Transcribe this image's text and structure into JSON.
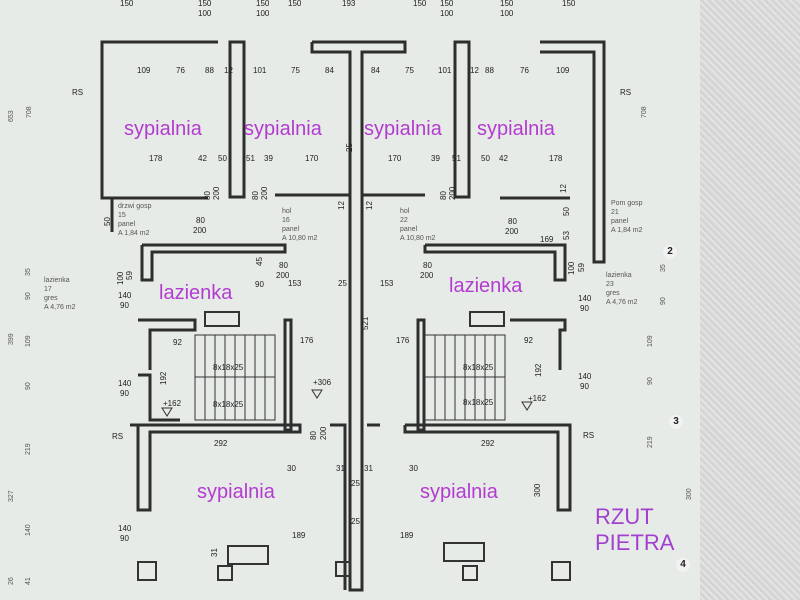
{
  "title": [
    "RZUT",
    "PIETRA"
  ],
  "rooms": {
    "bedrooms_top": [
      "sypialnia",
      "sypialnia",
      "sypialnia",
      "sypialnia"
    ],
    "bathrooms": [
      "lazienka",
      "lazienka"
    ],
    "bedrooms_bottom": [
      "sypialnia",
      "sypialnia"
    ]
  },
  "room_info": [
    "drzwi gosp\n15\npanel\nA 1,84 m2",
    "hol\n16\npanel\nA 10,80 m2",
    "hol\n22\npanel\nA 10,80 m2",
    "Pom gosp\n21\npanel\nA 1,84 m2",
    "lazienka\n17\ngres\nA 4,76 m2",
    "lazienka\n23\ngres\nA 4,76 m2"
  ],
  "rs_labels": [
    "RS",
    "RS",
    "RS",
    "RS"
  ],
  "axis_markers": [
    "2",
    "3",
    "4"
  ],
  "top_dims": [
    "150",
    "150",
    "100",
    "150",
    "100",
    "150",
    "193",
    "150",
    "150",
    "100",
    "150",
    "100",
    "150"
  ],
  "row1_dims": [
    "109",
    "76",
    "88",
    "12",
    "101",
    "75",
    "84",
    "84",
    "75",
    "101",
    "12",
    "88",
    "76",
    "109"
  ],
  "row2_dims": [
    "178",
    "42",
    "50",
    "51",
    "39",
    "170",
    "170",
    "39",
    "51",
    "50",
    "42",
    "178"
  ],
  "door_dims": [
    "80",
    "200",
    "80",
    "200",
    "80",
    "200",
    "80",
    "200",
    "80",
    "200",
    "80",
    "200",
    "80",
    "200",
    "80",
    "200"
  ],
  "stairs": [
    "8x18x25",
    "8x18x25",
    "8x18x25",
    "8x18x25"
  ],
  "levels": [
    "+306",
    "+162",
    "+162"
  ],
  "misc_dims": [
    "153",
    "25",
    "153",
    "521",
    "176",
    "176",
    "25",
    "45",
    "90",
    "92",
    "92",
    "192",
    "192",
    "292",
    "292",
    "30",
    "31",
    "31",
    "30",
    "25",
    "25",
    "189",
    "189",
    "300",
    "31",
    "12",
    "12",
    "140",
    "90",
    "140",
    "90",
    "140",
    "90",
    "140",
    "90",
    "140",
    "90",
    "100",
    "59",
    "100",
    "59",
    "12",
    "50",
    "50",
    "53",
    "169"
  ],
  "left_margin": [
    "653",
    "708",
    "35",
    "90",
    "399",
    "109",
    "90",
    "219",
    "327",
    "140",
    "26",
    "41"
  ],
  "right_margin": [
    "708",
    "35",
    "90",
    "109",
    "90",
    "219",
    "300"
  ]
}
